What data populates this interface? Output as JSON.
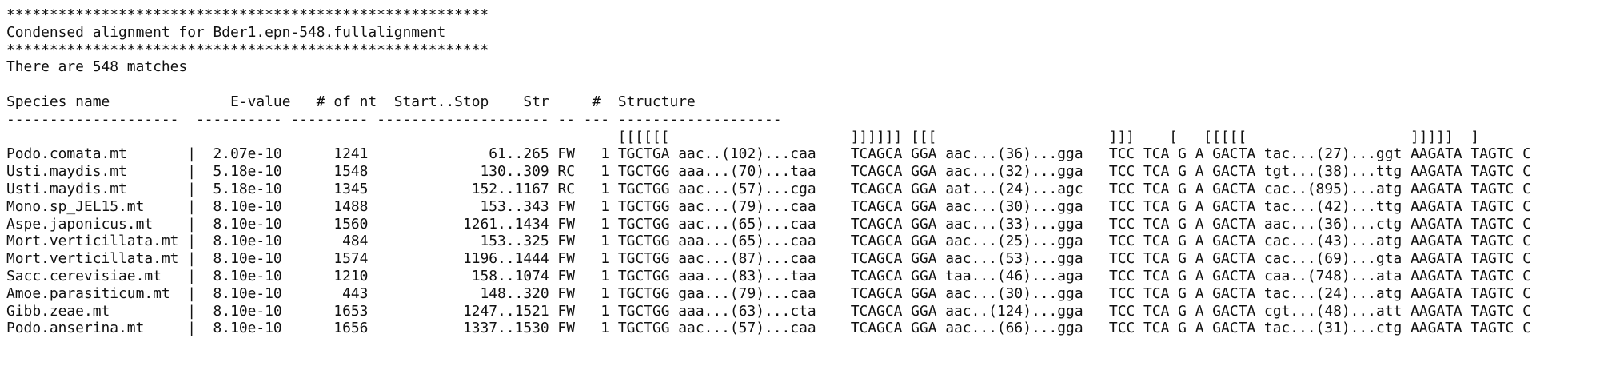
{
  "banner": {
    "stars": "********************************************************",
    "title": "Condensed alignment for Bder1.epn-548.fullalignment",
    "summary": "There are 548 matches"
  },
  "table": {
    "headers": [
      "Species name",
      "E-value",
      "# of nt",
      "Start..Stop",
      "Str",
      "#",
      "Structure"
    ],
    "separators": [
      "--------------------",
      "----------",
      "---------",
      "--------------------",
      "--",
      "---",
      "-------------------"
    ],
    "structure_brackets": [
      "[[[[[[",
      "]]]]]]",
      "[[[",
      "]]]",
      "[",
      "[[[[[",
      "]]]]]",
      "]"
    ],
    "rows": [
      {
        "species": "Podo.comata.mt",
        "evalue": "2.07e-10",
        "nt": "1241",
        "range": "61..265",
        "strand": "FW",
        "num": "1",
        "structure": [
          "TGCTGA",
          "aac..(102)...caa",
          "TCAGCA",
          "GGA",
          "aac...(36)...gga",
          "TCC",
          "TCA",
          "G",
          "A",
          "GACTA",
          "tac...(27)...ggt",
          "AAGATA",
          "TAGTC",
          "C"
        ]
      },
      {
        "species": "Usti.maydis.mt",
        "evalue": "5.18e-10",
        "nt": "1548",
        "range": "130..309",
        "strand": "RC",
        "num": "1",
        "structure": [
          "TGCTGG",
          "aaa...(70)...taa",
          "TCAGCA",
          "GGA",
          "aac...(32)...gga",
          "TCC",
          "TCA",
          "G",
          "A",
          "GACTA",
          "tgt...(38)...ttg",
          "AAGATA",
          "TAGTC",
          "C"
        ]
      },
      {
        "species": "Usti.maydis.mt",
        "evalue": "5.18e-10",
        "nt": "1345",
        "range": "152..1167",
        "strand": "RC",
        "num": "1",
        "structure": [
          "TGCTGG",
          "aac...(57)...cga",
          "TCAGCA",
          "GGA",
          "aat...(24)...agc",
          "TCC",
          "TCA",
          "G",
          "A",
          "GACTA",
          "cac..(895)...atg",
          "AAGATA",
          "TAGTC",
          "C"
        ]
      },
      {
        "species": "Mono.sp_JEL15.mt",
        "evalue": "8.10e-10",
        "nt": "1488",
        "range": "153..343",
        "strand": "FW",
        "num": "1",
        "structure": [
          "TGCTGG",
          "aac...(79)...caa",
          "TCAGCA",
          "GGA",
          "aac...(30)...gga",
          "TCC",
          "TCA",
          "G",
          "A",
          "GACTA",
          "tac...(42)...ttg",
          "AAGATA",
          "TAGTC",
          "C"
        ]
      },
      {
        "species": "Aspe.japonicus.mt",
        "evalue": "8.10e-10",
        "nt": "1560",
        "range": "1261..1434",
        "strand": "FW",
        "num": "1",
        "structure": [
          "TGCTGG",
          "aac...(65)...caa",
          "TCAGCA",
          "GGA",
          "aac...(33)...gga",
          "TCC",
          "TCA",
          "G",
          "A",
          "GACTA",
          "aac...(36)...ctg",
          "AAGATA",
          "TAGTC",
          "C"
        ]
      },
      {
        "species": "Mort.verticillata.mt",
        "evalue": "8.10e-10",
        "nt": "484",
        "range": "153..325",
        "strand": "FW",
        "num": "1",
        "structure": [
          "TGCTGG",
          "aaa...(65)...caa",
          "TCAGCA",
          "GGA",
          "aac...(25)...gga",
          "TCC",
          "TCA",
          "G",
          "A",
          "GACTA",
          "cac...(43)...atg",
          "AAGATA",
          "TAGTC",
          "C"
        ]
      },
      {
        "species": "Mort.verticillata.mt",
        "evalue": "8.10e-10",
        "nt": "1574",
        "range": "1196..1444",
        "strand": "FW",
        "num": "1",
        "structure": [
          "TGCTGG",
          "aac...(87)...caa",
          "TCAGCA",
          "GGA",
          "aac...(53)...gga",
          "TCC",
          "TCA",
          "G",
          "A",
          "GACTA",
          "cac...(69)...gta",
          "AAGATA",
          "TAGTC",
          "C"
        ]
      },
      {
        "species": "Sacc.cerevisiae.mt",
        "evalue": "8.10e-10",
        "nt": "1210",
        "range": "158..1074",
        "strand": "FW",
        "num": "1",
        "structure": [
          "TGCTGG",
          "aaa...(83)...taa",
          "TCAGCA",
          "GGA",
          "taa...(46)...aga",
          "TCC",
          "TCA",
          "G",
          "A",
          "GACTA",
          "caa..(748)...ata",
          "AAGATA",
          "TAGTC",
          "C"
        ]
      },
      {
        "species": "Amoe.parasiticum.mt",
        "evalue": "8.10e-10",
        "nt": "443",
        "range": "148..320",
        "strand": "FW",
        "num": "1",
        "structure": [
          "TGCTGG",
          "gaa...(79)...caa",
          "TCAGCA",
          "GGA",
          "aac...(30)...gga",
          "TCC",
          "TCA",
          "G",
          "A",
          "GACTA",
          "tac...(24)...atg",
          "AAGATA",
          "TAGTC",
          "C"
        ]
      },
      {
        "species": "Gibb.zeae.mt",
        "evalue": "8.10e-10",
        "nt": "1653",
        "range": "1247..1521",
        "strand": "FW",
        "num": "1",
        "structure": [
          "TGCTGG",
          "aaa...(63)...cta",
          "TCAGCA",
          "GGA",
          "aac..(124)...gga",
          "TCC",
          "TCA",
          "G",
          "A",
          "GACTA",
          "cgt...(48)...att",
          "AAGATA",
          "TAGTC",
          "C"
        ]
      },
      {
        "species": "Podo.anserina.mt",
        "evalue": "8.10e-10",
        "nt": "1656",
        "range": "1337..1530",
        "strand": "FW",
        "num": "1",
        "structure": [
          "TGCTGG",
          "aac...(57)...caa",
          "TCAGCA",
          "GGA",
          "aac...(66)...gga",
          "TCC",
          "TCA",
          "G",
          "A",
          "GACTA",
          "tac...(31)...ctg",
          "AAGATA",
          "TAGTC",
          "C"
        ]
      }
    ]
  }
}
